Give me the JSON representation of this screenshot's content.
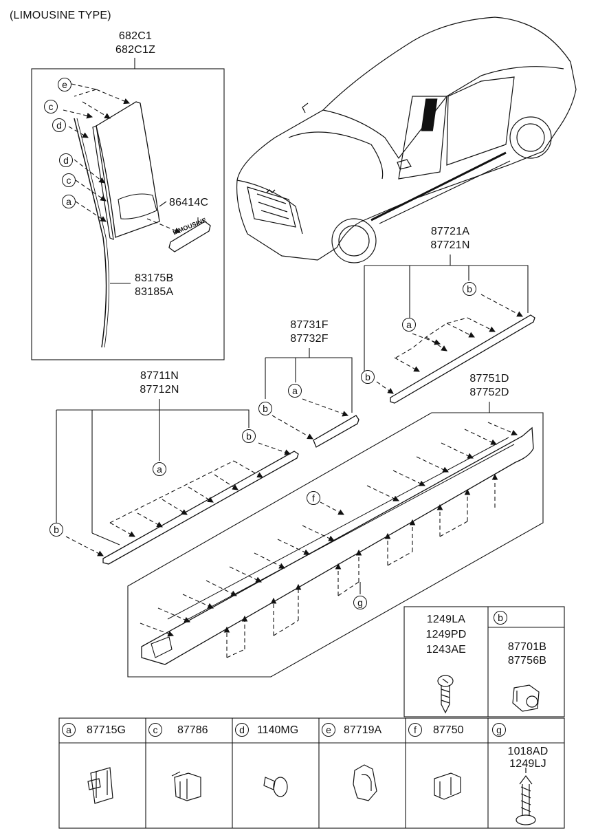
{
  "title": "(LIMOUSINE TYPE)",
  "parts": {
    "pillar_garnish": [
      "682C1",
      "682C1Z"
    ],
    "emblem": "86414C",
    "emblem_text": "LIMOUSINE",
    "weatherstrip": [
      "83175B",
      "83185A"
    ],
    "rear_door_molding": [
      "87721A",
      "87721N"
    ],
    "rear_door_small": [
      "87731F",
      "87732F"
    ],
    "front_door_molding": [
      "87711N",
      "87712N"
    ],
    "side_sill": [
      "87751D",
      "87752D"
    ]
  },
  "callouts": {
    "a": "a",
    "b": "b",
    "c": "c",
    "d": "d",
    "e": "e",
    "f": "f",
    "g": "g"
  },
  "screw_box": {
    "parts": [
      "1249LA",
      "1249PD",
      "1243AE"
    ]
  },
  "clip_b_box": {
    "key": "b",
    "parts": [
      "87701B",
      "87756B"
    ]
  },
  "fastener_table": [
    {
      "key": "a",
      "part": "87715G"
    },
    {
      "key": "c",
      "part": "87786"
    },
    {
      "key": "d",
      "part": "1140MG"
    },
    {
      "key": "e",
      "part": "87719A"
    },
    {
      "key": "f",
      "part": "87750"
    },
    {
      "key": "g",
      "parts": [
        "1018AD",
        "1249LJ"
      ]
    }
  ]
}
